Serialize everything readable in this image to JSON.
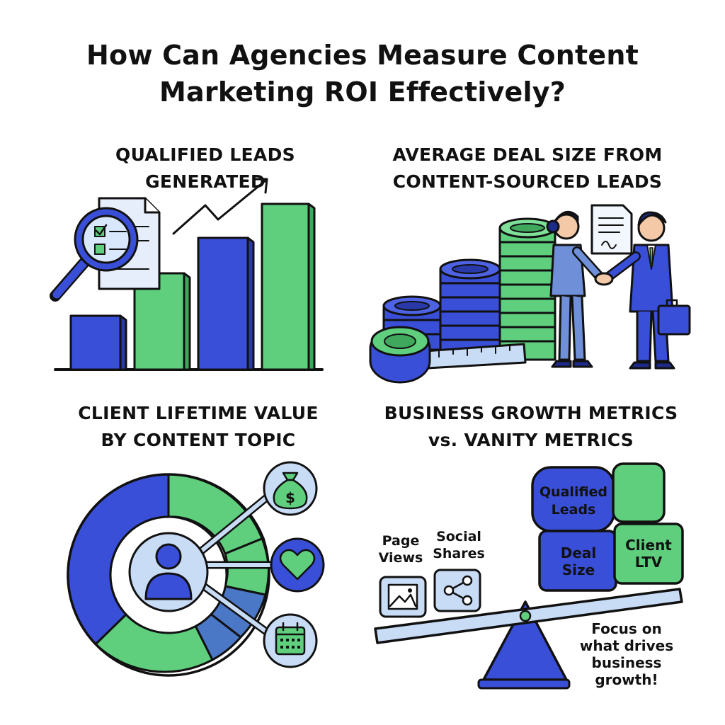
{
  "title": {
    "line1": "How Can Agencies Measure Content",
    "line2": "Marketing ROI Effectively?"
  },
  "panels": [
    {
      "heading_line1": "QUALIFIED LEADS",
      "heading_line2": "GENERATED",
      "icons": [
        "magnifier-icon",
        "checklist-icon",
        "trend-arrow-icon",
        "bar-chart-icon"
      ]
    },
    {
      "heading_line1": "AVERAGE DEAL SIZE FROM",
      "heading_line2": "CONTENT-SOURCED LEADS",
      "icons": [
        "coin-stack-icon",
        "measuring-tape-icon",
        "handshake-icon",
        "contract-icon",
        "briefcase-icon"
      ]
    },
    {
      "heading_line1": "CLIENT LIFETIME VALUE",
      "heading_line2": "BY CONTENT TOPIC",
      "icons": [
        "donut-chart-icon",
        "user-icon",
        "money-bag-icon",
        "heart-icon",
        "calendar-icon"
      ]
    },
    {
      "heading_line1": "BUSINESS GROWTH METRICS",
      "heading_line2": "vs. VANITY METRICS",
      "scale": {
        "vanity": [
          {
            "line1": "Page",
            "line2": "Views",
            "icon": "image-icon"
          },
          {
            "line1": "Social",
            "line2": "Shares",
            "icon": "share-icon"
          }
        ],
        "growth": [
          {
            "line1": "Qualified",
            "line2": "Leads"
          },
          {
            "line1": "Deal",
            "line2": "Size"
          },
          {
            "line1": "Client",
            "line2": "LTV"
          }
        ],
        "note": [
          "Focus on",
          "what drives",
          "business",
          "growth!"
        ]
      }
    }
  ],
  "colors": {
    "blue": "#3a4fd8",
    "green": "#5fcf7e",
    "light_blue": "#c9dcf6",
    "outline": "#111111"
  }
}
